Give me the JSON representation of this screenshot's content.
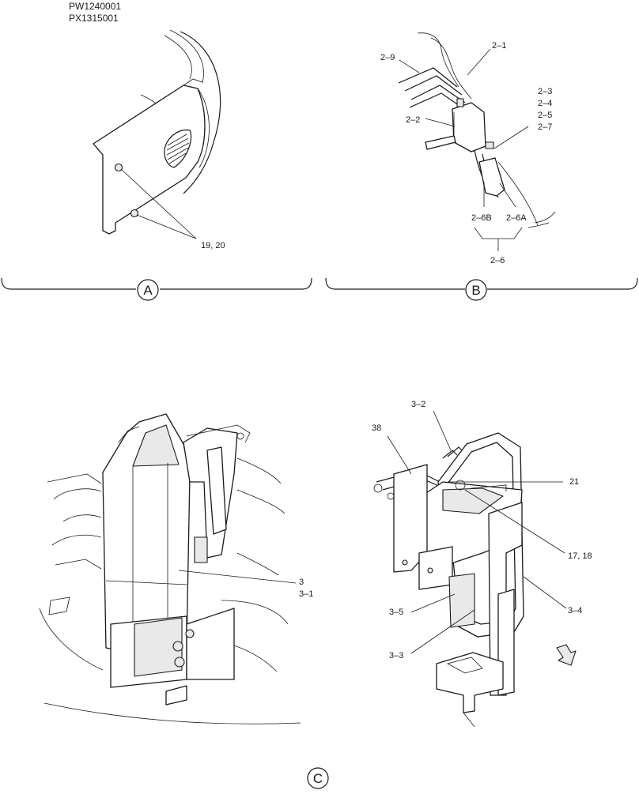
{
  "header": {
    "codes": [
      "PW1240001",
      "PX1315001"
    ]
  },
  "views": {
    "a": {
      "marker": "A",
      "callouts": [
        "19, 20"
      ]
    },
    "b": {
      "marker": "B",
      "callouts": [
        "2–1",
        "2–9",
        "2–3",
        "2–4",
        "2–5",
        "2–7",
        "2–2",
        "2–6B",
        "2–6A",
        "2–6"
      ]
    },
    "c": {
      "marker": "C",
      "left_callouts": [
        "3",
        "3–1"
      ],
      "right_callouts": [
        "3–2",
        "38",
        "21",
        "17, 18",
        "3–5",
        "3–4",
        "3–3"
      ]
    }
  },
  "colors": {
    "line": "#1a1a1a",
    "shade": "#e9e9e9",
    "background": "#ffffff"
  },
  "icons": [
    "direction-arrow-icon"
  ]
}
